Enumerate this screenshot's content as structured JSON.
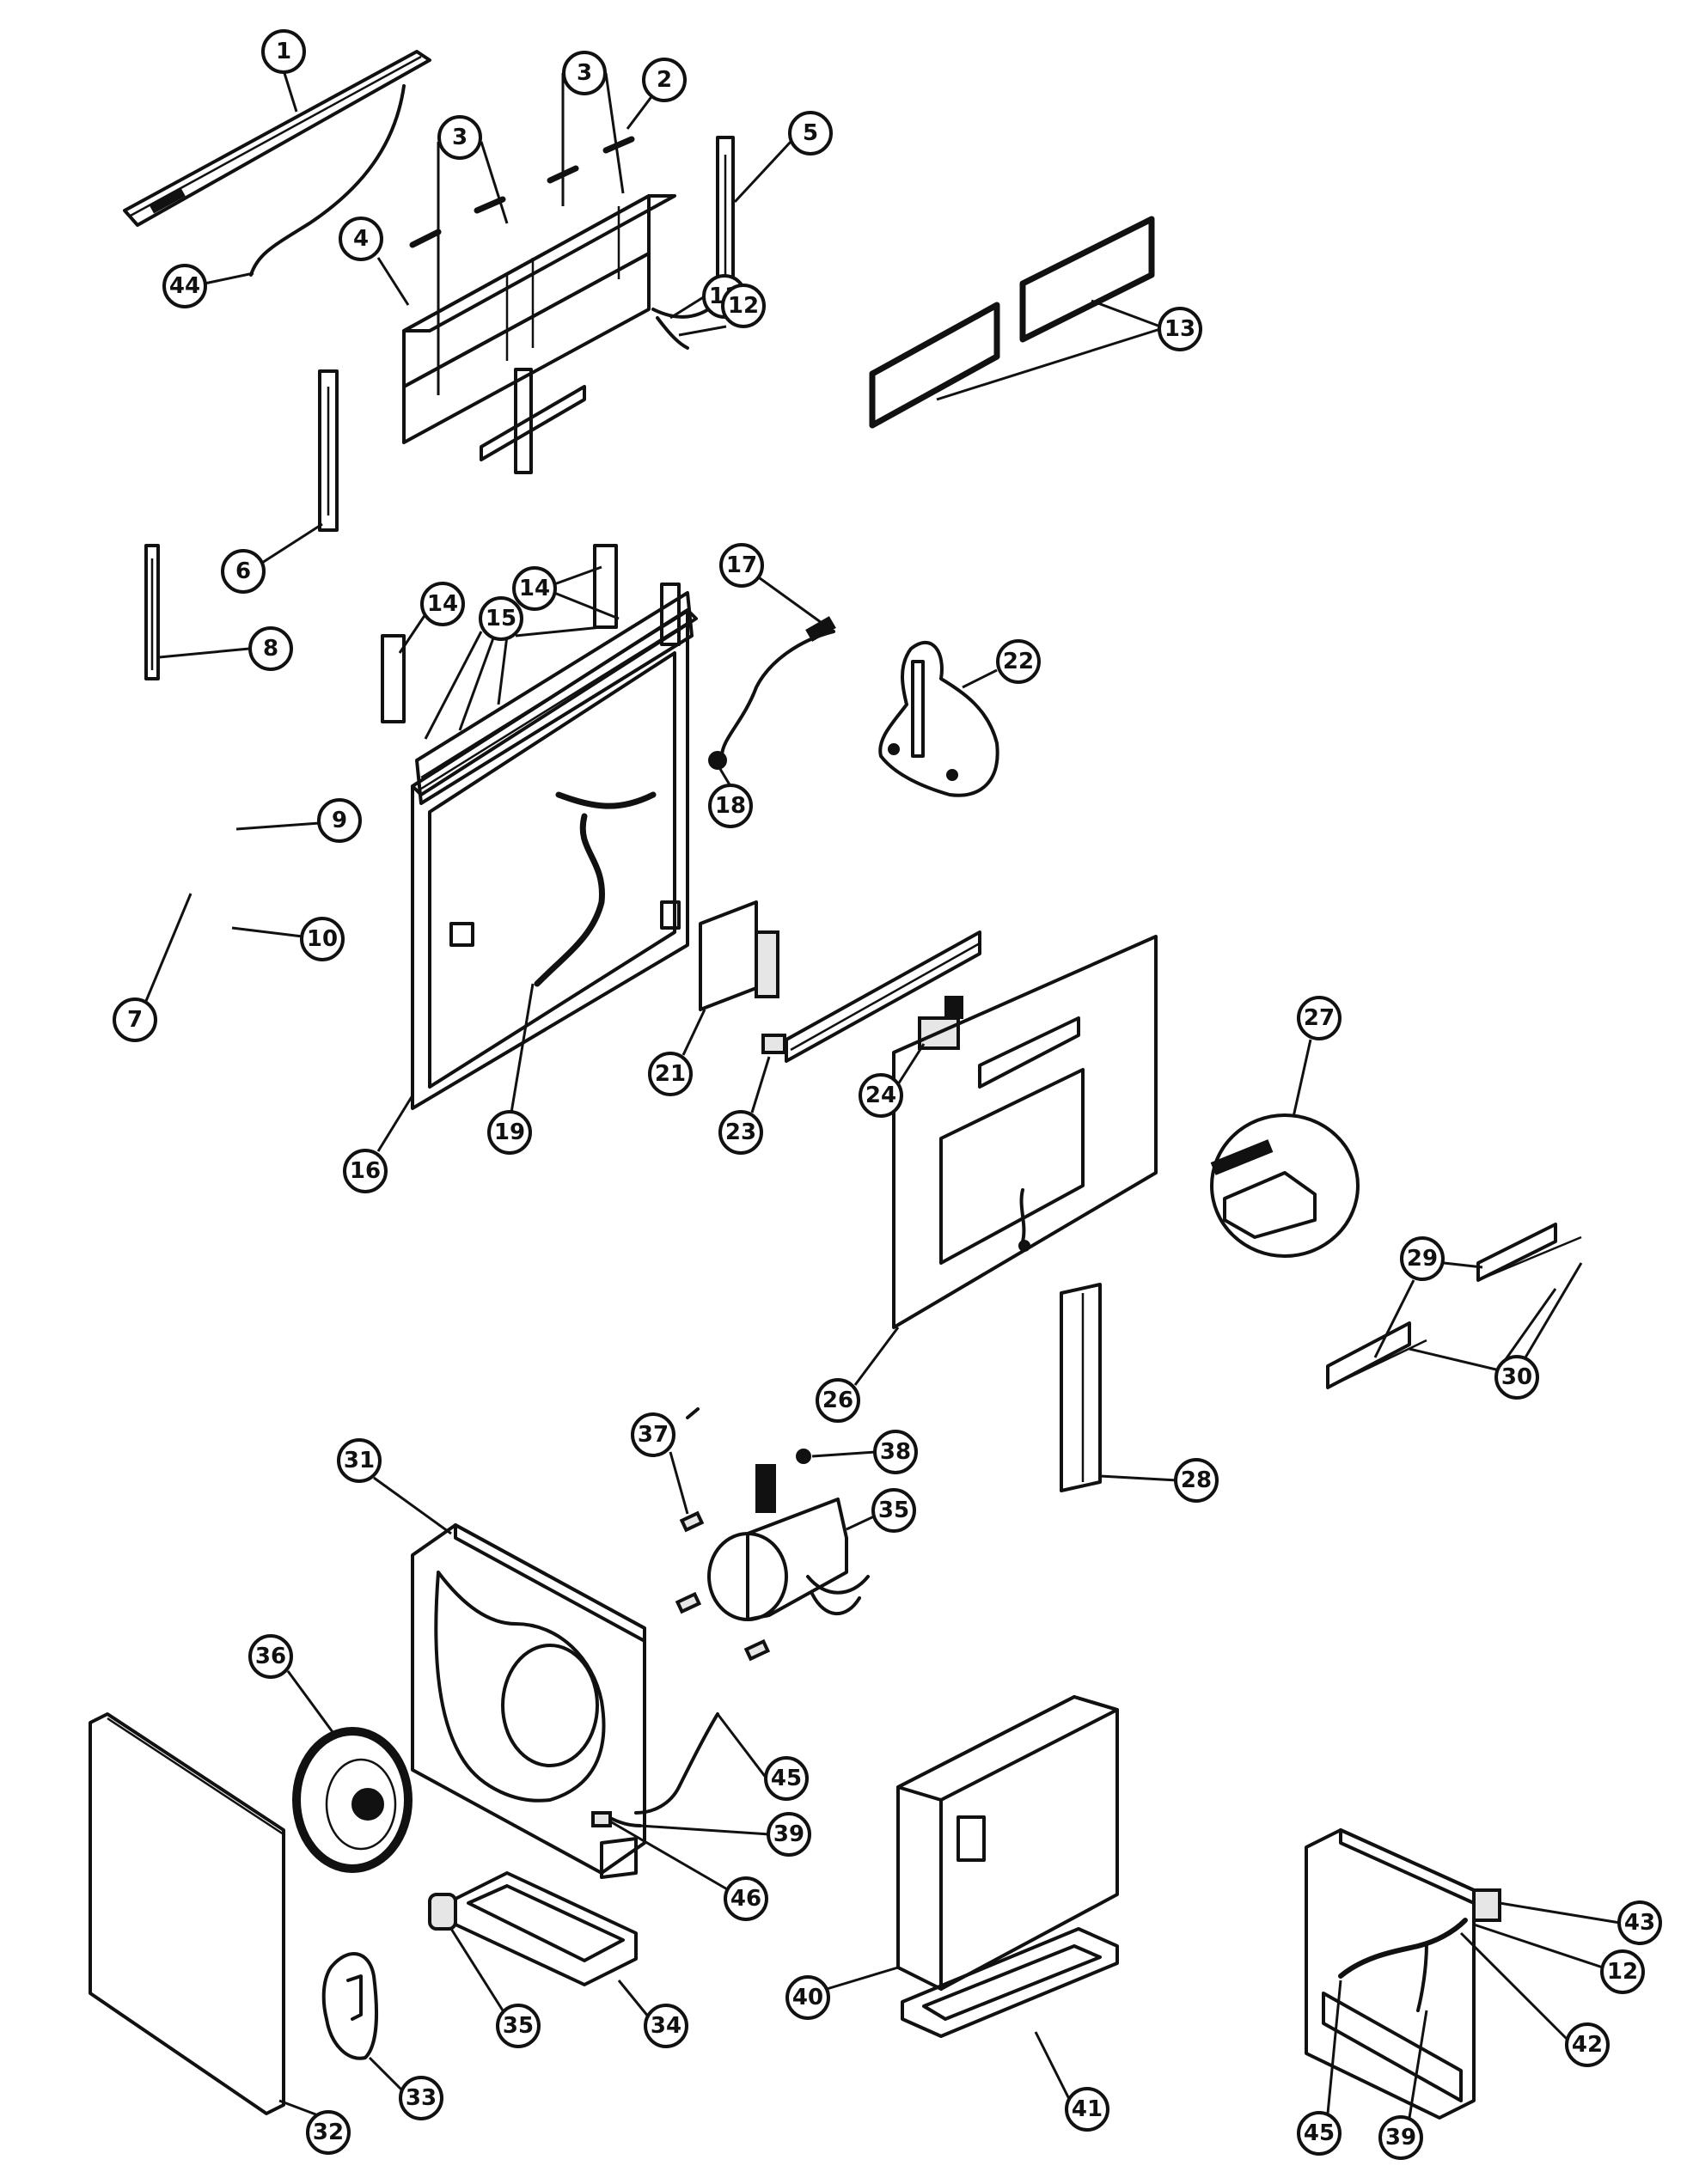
{
  "diagram": {
    "callouts": [
      {
        "id": "c1",
        "label": "1"
      },
      {
        "id": "c2",
        "label": "2"
      },
      {
        "id": "c3a",
        "label": "3"
      },
      {
        "id": "c3b",
        "label": "3"
      },
      {
        "id": "c4",
        "label": "4"
      },
      {
        "id": "c5",
        "label": "5"
      },
      {
        "id": "c6",
        "label": "6"
      },
      {
        "id": "c7",
        "label": "7"
      },
      {
        "id": "c8",
        "label": "8"
      },
      {
        "id": "c9",
        "label": "9"
      },
      {
        "id": "c10",
        "label": "10"
      },
      {
        "id": "c11",
        "label": "11"
      },
      {
        "id": "c12a",
        "label": "12"
      },
      {
        "id": "c13",
        "label": "13"
      },
      {
        "id": "c14a",
        "label": "14"
      },
      {
        "id": "c14b",
        "label": "14"
      },
      {
        "id": "c15",
        "label": "15"
      },
      {
        "id": "c16",
        "label": "16"
      },
      {
        "id": "c17",
        "label": "17"
      },
      {
        "id": "c18",
        "label": "18"
      },
      {
        "id": "c19",
        "label": "19"
      },
      {
        "id": "c21",
        "label": "21"
      },
      {
        "id": "c22",
        "label": "22"
      },
      {
        "id": "c23",
        "label": "23"
      },
      {
        "id": "c24",
        "label": "24"
      },
      {
        "id": "c26",
        "label": "26"
      },
      {
        "id": "c27",
        "label": "27"
      },
      {
        "id": "c28",
        "label": "28"
      },
      {
        "id": "c29",
        "label": "29"
      },
      {
        "id": "c30",
        "label": "30"
      },
      {
        "id": "c31",
        "label": "31"
      },
      {
        "id": "c32",
        "label": "32"
      },
      {
        "id": "c33",
        "label": "33"
      },
      {
        "id": "c34",
        "label": "34"
      },
      {
        "id": "c35a",
        "label": "35"
      },
      {
        "id": "c35b",
        "label": "35"
      },
      {
        "id": "c36",
        "label": "36"
      },
      {
        "id": "c37",
        "label": "37"
      },
      {
        "id": "c38",
        "label": "38"
      },
      {
        "id": "c39a",
        "label": "39"
      },
      {
        "id": "c39b",
        "label": "39"
      },
      {
        "id": "c40",
        "label": "40"
      },
      {
        "id": "c41",
        "label": "41"
      },
      {
        "id": "c42",
        "label": "42"
      },
      {
        "id": "c43",
        "label": "43"
      },
      {
        "id": "c12b",
        "label": "12"
      },
      {
        "id": "c44",
        "label": "44"
      },
      {
        "id": "c45a",
        "label": "45"
      },
      {
        "id": "c45b",
        "label": "45"
      },
      {
        "id": "c46",
        "label": "46"
      }
    ]
  }
}
